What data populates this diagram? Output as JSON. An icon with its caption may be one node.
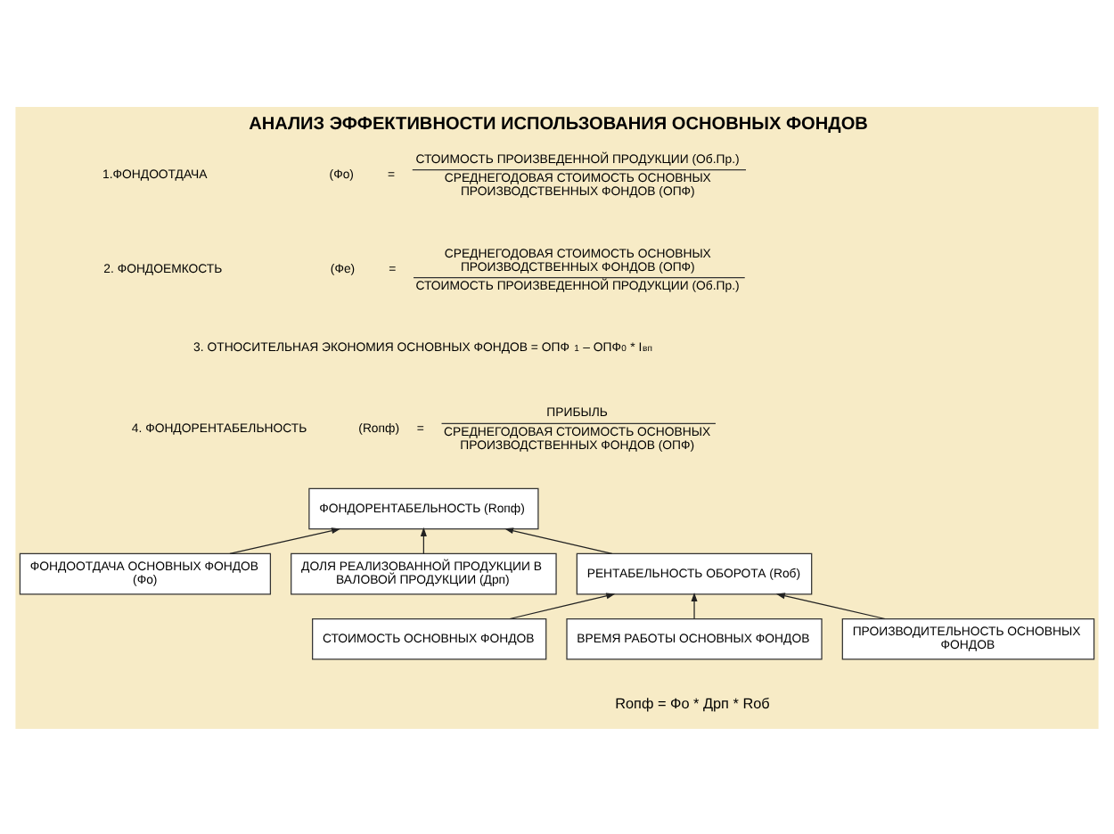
{
  "diagram": {
    "title": "АНАЛИЗ ЭФФЕКТИВНОСТИ ИСПОЛЬЗОВАНИЯ ОСНОВНЫХ ФОНДОВ",
    "nodes": [
      {
        "text": [
          "ФОНДОРЕНТАБЕЛЬНОСТЬ (Rопф)"
        ]
      },
      {
        "text": [
          "ФОНДООТДАЧА ОСНОВНЫХ ФОНДОВ (Фо)"
        ]
      },
      {
        "text": [
          "ДОЛЯ РЕАЛИЗОВАННОЙ ПРОДУКЦИИ В ВАЛОВОЙ ПРОДУКЦИИ (Дрп)"
        ]
      },
      {
        "text": [
          "РЕНТАБЕЛЬНОСТЬ ОБОРОТА (Rоб)"
        ]
      },
      {
        "text": [
          "СТОИМОСТЬ ОСНОВНЫХ ФОНДОВ"
        ]
      },
      {
        "text": [
          "ВРЕМЯ РАБОТЫ ОСНОВНЫХ ФОНДОВ"
        ]
      },
      {
        "text": [
          "ПРОИЗВОДИТЕЛЬНОСТЬ ОСНОВНЫХ ФОНДОВ"
        ]
      }
    ],
    "edges": [
      {
        "from": 1,
        "to": 0,
        "arrow": "to"
      },
      {
        "from": 2,
        "to": 0,
        "arrow": "to"
      },
      {
        "from": 3,
        "to": 0,
        "arrow": "to"
      },
      {
        "from": 4,
        "to": 3,
        "arrow": "to"
      },
      {
        "from": 5,
        "to": 3,
        "arrow": "to"
      },
      {
        "from": 6,
        "to": 3,
        "arrow": "to"
      }
    ],
    "labels": [
      "1.ФОНДООТДАЧА",
      "(Фо)",
      "=",
      "СТОИМОСТЬ ПРОИЗВЕДЕННОЙ ПРОДУКЦИИ (Об.Пр.)",
      "СРЕДНЕГОДОВАЯ СТОИМОСТЬ ОСНОВНЫХ ПРОИЗВОДСТВЕННЫХ ФОНДОВ (ОПФ)",
      "СРЕДНЕГОДОВАЯ СТОИМОСТЬ ОСНОВНЫХ ПРОИЗВОДСТВЕННЫХ ФОНДОВ (ОПФ)",
      "2. ФОНДОЕМКОСТЬ",
      "(Фе)",
      "=",
      "СТОИМОСТЬ ПРОИЗВЕДЕННОЙ ПРОДУКЦИИ (Об.Пр.)",
      "3. ОТНОСИТЕЛЬНАЯ ЭКОНОМИЯ ОСНОВНЫХ ФОНДОВ = ОПФ$_{1}$ – ОПФ$_{0}$ * I$_{вп}$",
      "ПРИБЫЛЬ",
      "4. ФОНДОРЕНТАБЕЛЬНОСТЬ",
      "(Rопф)",
      "=",
      "СРЕДНЕГОДОВАЯ СТОИМОСТЬ ОСНОВНЫХ ПРОИЗВОДСТВЕННЫХ ФОНДОВ (ОПФ)",
      "Rопф = Фо * Дрп * Rоб"
    ]
  }
}
